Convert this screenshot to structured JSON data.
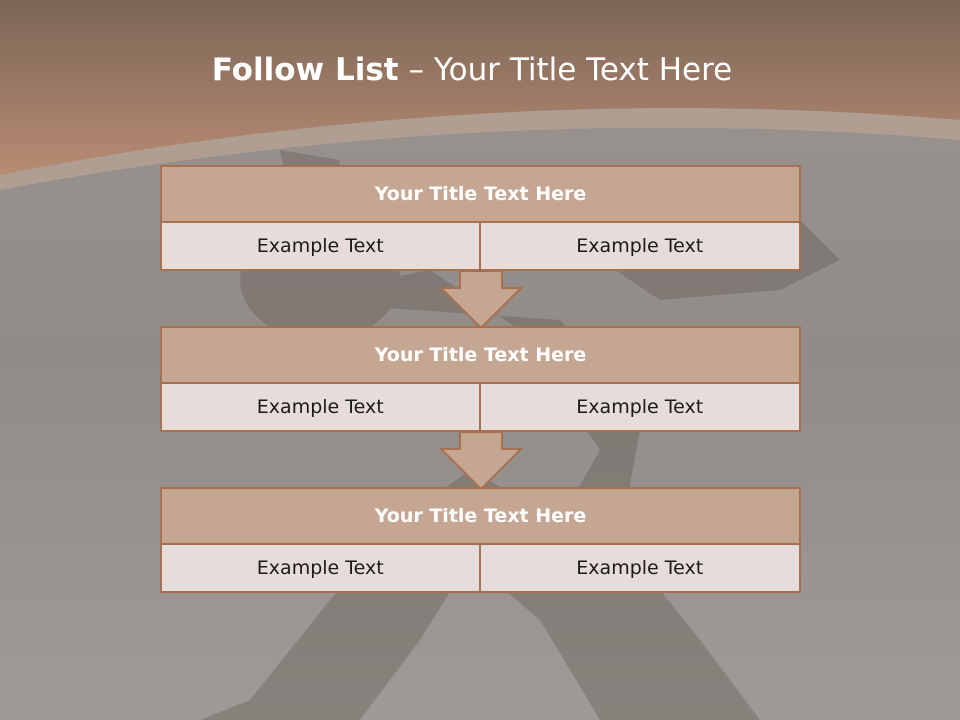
{
  "slide": {
    "title_bold": "Follow List",
    "title_separator": " – ",
    "title_rest": "Your Title Text Here"
  },
  "blocks": [
    {
      "title": "Your Title Text Here",
      "left": "Example Text",
      "right": "Example Text"
    },
    {
      "title": "Your Title Text Here",
      "left": "Example Text",
      "right": "Example Text"
    },
    {
      "title": "Your Title Text Here",
      "left": "Example Text",
      "right": "Example Text"
    }
  ],
  "colors": {
    "header_fill": "#c5a692",
    "border": "#a7704f",
    "cell_fill": "#e6dcda",
    "arrow_fill": "#c5a692"
  },
  "icons": [
    "down-arrow-icon"
  ]
}
